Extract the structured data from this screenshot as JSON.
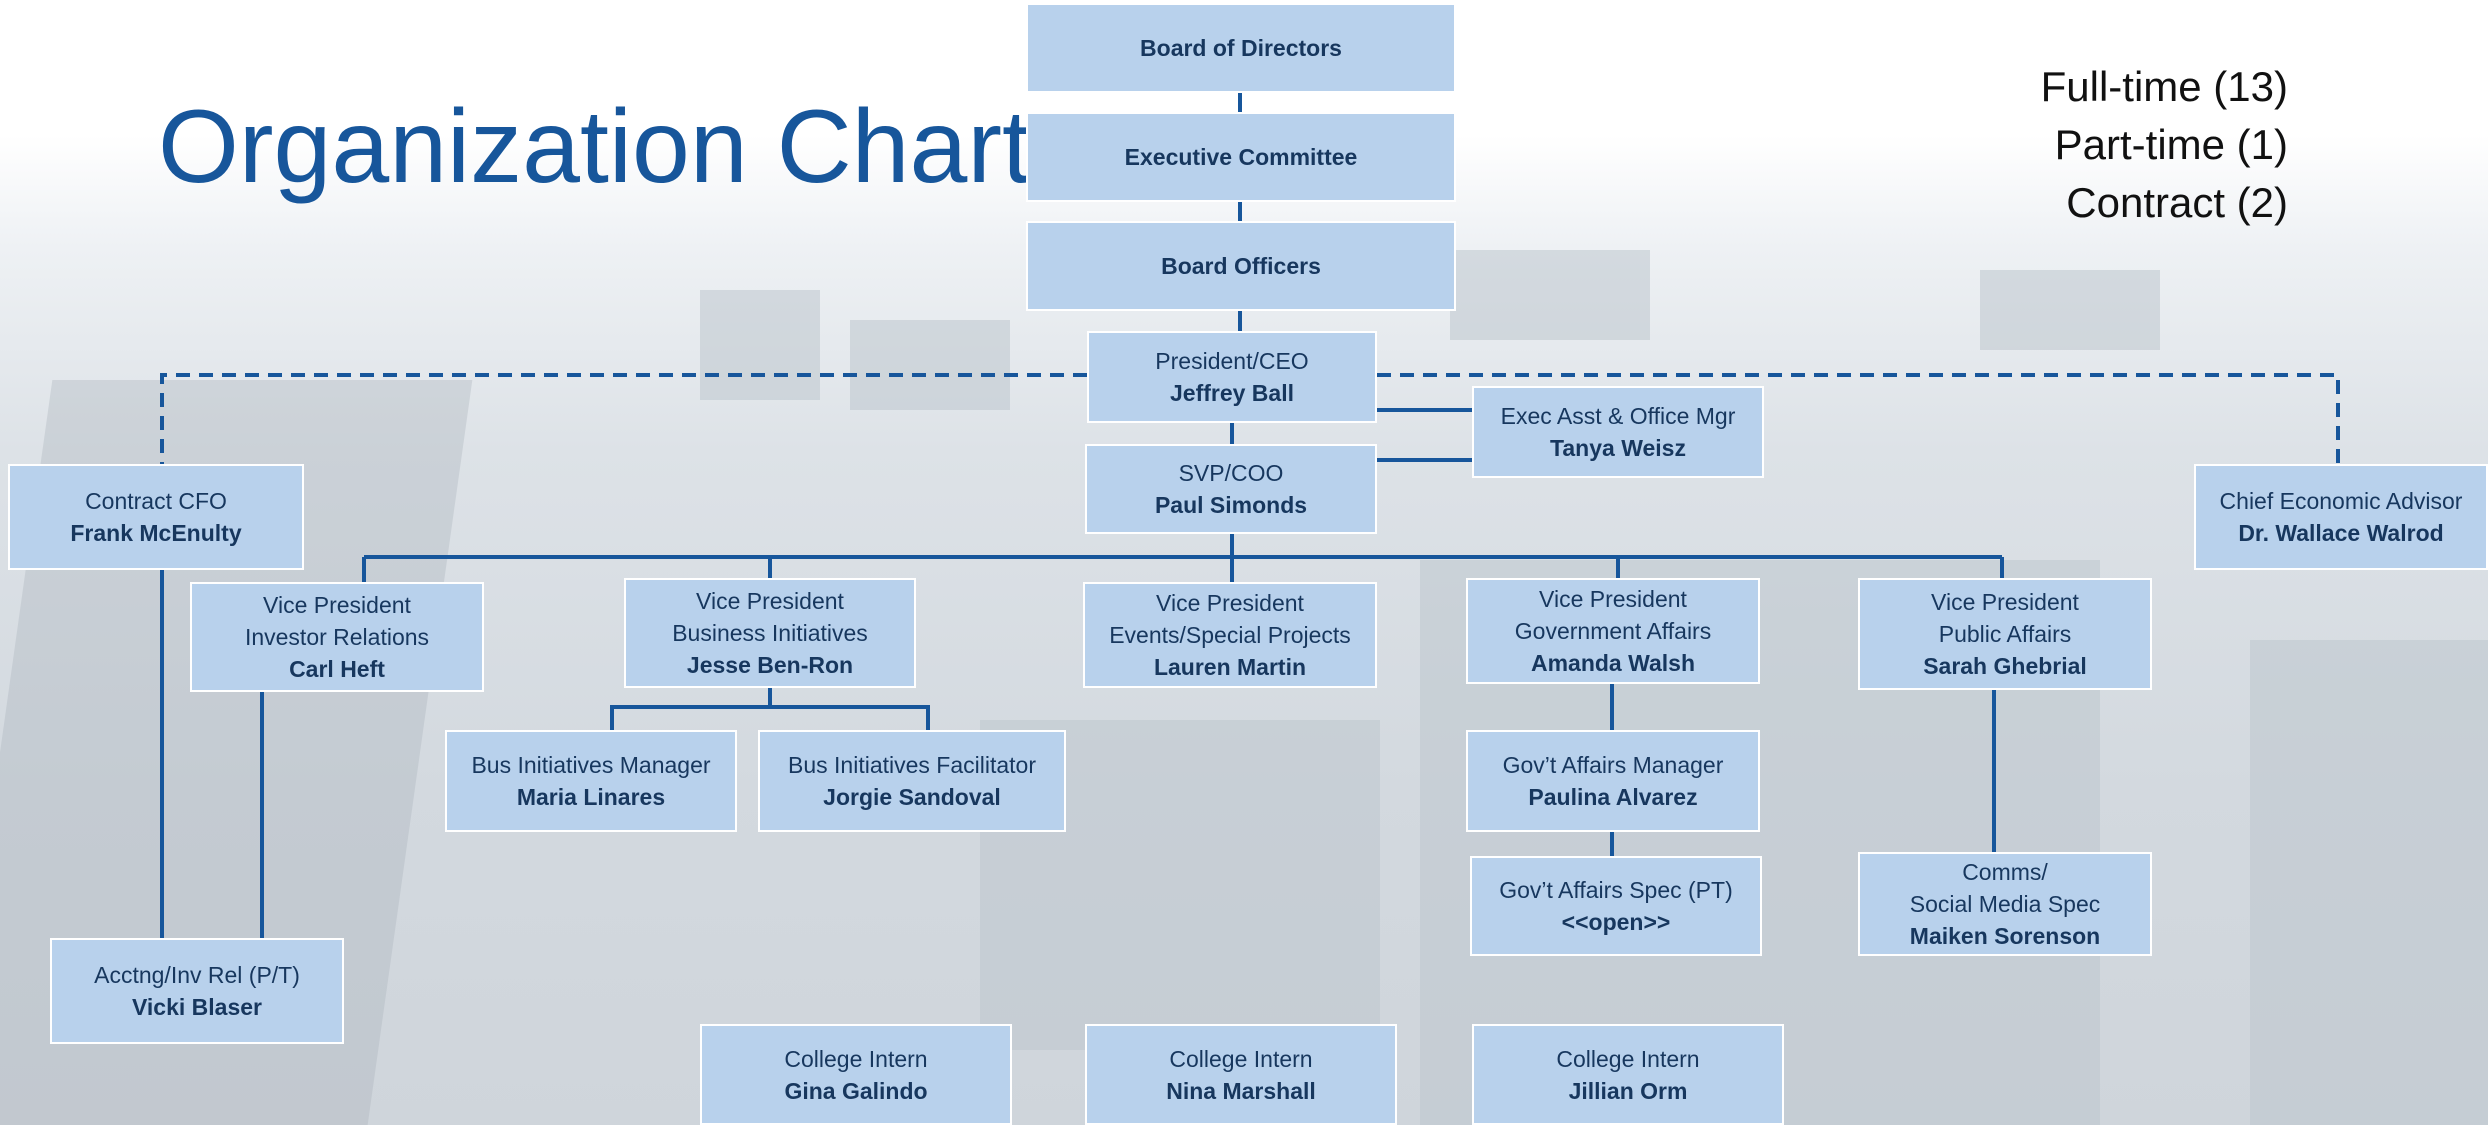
{
  "title": "Organization Chart",
  "legend": [
    "Full-time (13)",
    "Part-time (1)",
    "Contract (2)"
  ],
  "colors": {
    "box_fill": "#b8d1ec",
    "line": "#17569b",
    "title": "#17569b",
    "text": "#17375e"
  },
  "boxes": {
    "board": {
      "lines": [],
      "name": "Board of Directors"
    },
    "exec_committee": {
      "lines": [],
      "name": "Executive Committee"
    },
    "officers": {
      "lines": [],
      "name": "Board Officers"
    },
    "president": {
      "lines": [
        "President/CEO"
      ],
      "name": "Jeffrey Ball"
    },
    "svp": {
      "lines": [
        "SVP/COO"
      ],
      "name": "Paul Simonds"
    },
    "exec_asst": {
      "lines": [
        "Exec Asst & Office Mgr"
      ],
      "name": "Tanya Weisz"
    },
    "cfo": {
      "lines": [
        "Contract CFO"
      ],
      "name": "Frank McEnulty"
    },
    "econ": {
      "lines": [
        "Chief Economic Advisor"
      ],
      "name": "Dr. Wallace Walrod"
    },
    "vp_investor": {
      "lines": [
        "Vice President",
        "Investor Relations"
      ],
      "name": "Carl Heft"
    },
    "vp_business": {
      "lines": [
        "Vice President",
        "Business Initiatives"
      ],
      "name": "Jesse Ben-Ron"
    },
    "vp_events": {
      "lines": [
        "Vice President",
        "Events/Special Projects"
      ],
      "name": "Lauren Martin"
    },
    "vp_gov": {
      "lines": [
        "Vice President",
        "Government Affairs"
      ],
      "name": "Amanda Walsh"
    },
    "vp_public": {
      "lines": [
        "Vice President",
        "Public Affairs"
      ],
      "name": "Sarah Ghebrial"
    },
    "bus_mgr": {
      "lines": [
        "Bus Initiatives Manager"
      ],
      "name": "Maria Linares"
    },
    "bus_fac": {
      "lines": [
        "Bus Initiatives Facilitator"
      ],
      "name": "Jorgie Sandoval"
    },
    "gov_mgr": {
      "lines": [
        "Gov’t Affairs Manager"
      ],
      "name": "Paulina Alvarez"
    },
    "gov_spec": {
      "lines": [
        "Gov’t Affairs Spec (PT)"
      ],
      "name": "<<open>>"
    },
    "comms": {
      "lines": [
        "Comms/",
        "Social Media Spec"
      ],
      "name": "Maiken Sorenson"
    },
    "acctng": {
      "lines": [
        "Acctng/Inv Rel (P/T)"
      ],
      "name": "Vicki Blaser"
    },
    "intern1": {
      "lines": [
        "College Intern"
      ],
      "name": "Gina Galindo"
    },
    "intern2": {
      "lines": [
        "College Intern"
      ],
      "name": "Nina Marshall"
    },
    "intern3": {
      "lines": [
        "College Intern"
      ],
      "name": "Jillian Orm"
    }
  }
}
